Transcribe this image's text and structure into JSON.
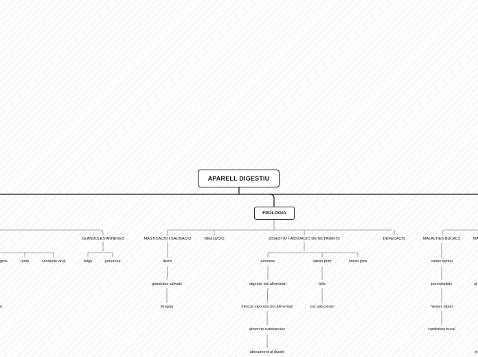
{
  "root": "APARELL DIGESTIU",
  "main_topic": "FIIOLOGIA",
  "left": {
    "glandules_annexes": "GLANDULES ANNEXES",
    "fetge": "fetge",
    "pancrees": "pancrees",
    "gros_fragment": "gros",
    "recte": "recte",
    "conducte_anal": "conducte anal",
    "cut_fragment": "n"
  },
  "fisiologia": {
    "masticacio": "MASTICACIO I SALIBACIO",
    "deglucio": "DEGLUCIO",
    "digestio": "DIGESTIO I ABSORCIO DE NUTRIENTS",
    "defecacio": "DEFECACIO"
  },
  "masticacio_children": [
    "dents",
    "glandules salivals",
    "llengua"
  ],
  "estomac": "estomac",
  "estomac_chain": [
    "digestio bol alimentari",
    "mescla vigorosa bol alimentari",
    "absorcio substancies",
    "abocament al duode"
  ],
  "intesti_prim": "intesti prim",
  "intesti_prim_chain": [
    "bilis",
    "suc pancreatic"
  ],
  "intesti_gros": "intesti gros",
  "malalties": {
    "bucals": "MALALTIES BUCALS",
    "cut_label": "MA",
    "bucals_chain": [
      "caries dental",
      "periodontitis",
      "herpes labial",
      "candidiasi bucal"
    ],
    "cut_ul": "ul",
    "cut_el": "el"
  }
}
